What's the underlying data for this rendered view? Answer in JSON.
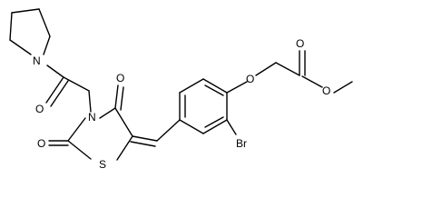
{
  "atoms": {
    "n_pyrrolidine": "N",
    "o_amide": "O",
    "n_ring": "N",
    "o_ring_upper": "O",
    "o_ring_lower": "O",
    "s_ring": "S",
    "o_ether": "O",
    "br": "Br",
    "o_carbonyl_ester": "O",
    "o_ester": "O"
  },
  "colors": {
    "bond": "#000000",
    "label": "#000000",
    "background": "#ffffff"
  }
}
